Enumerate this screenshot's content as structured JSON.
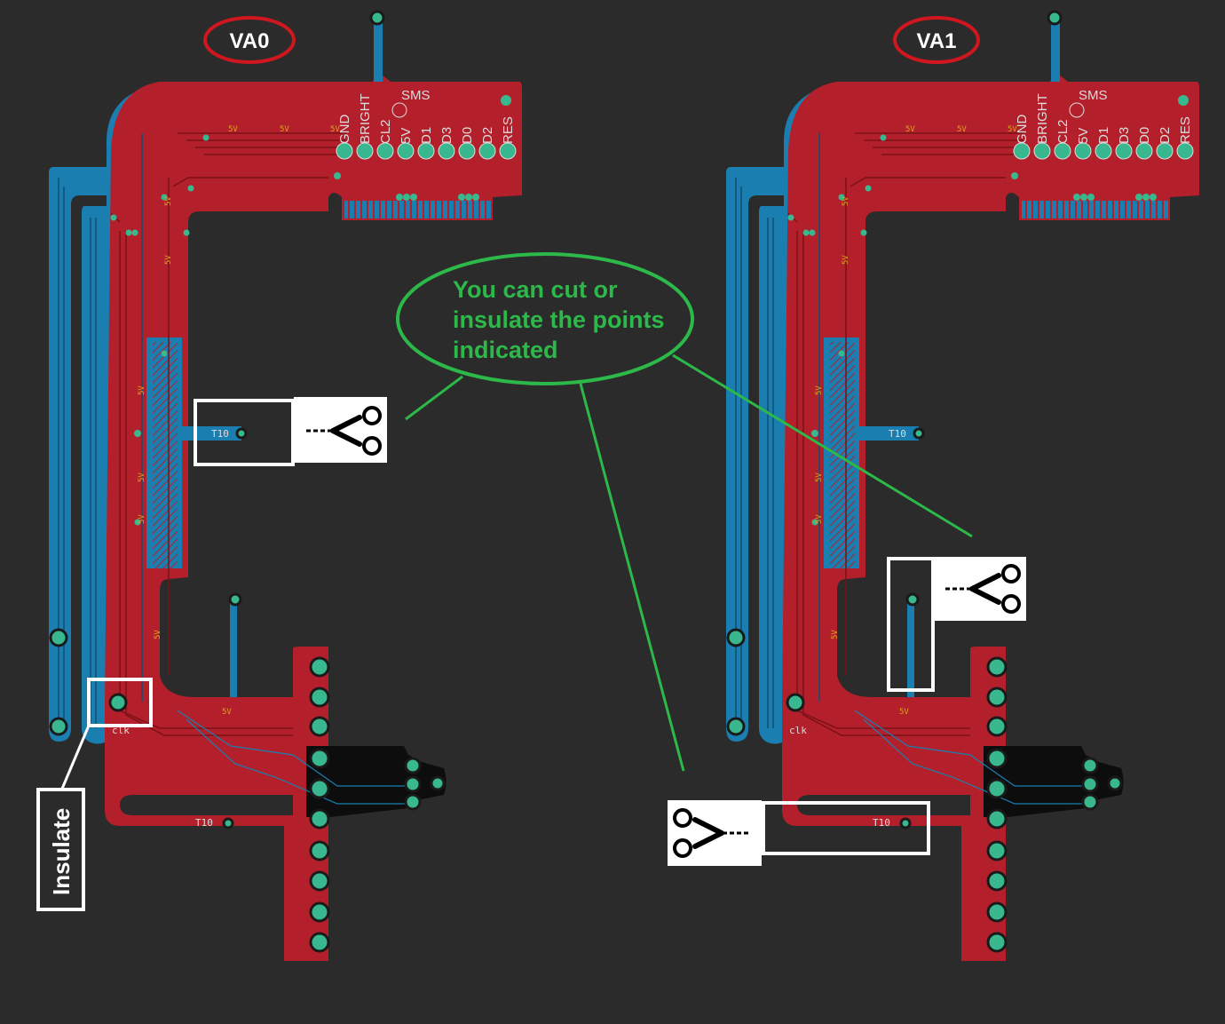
{
  "boards": [
    {
      "title": "VA0",
      "pins": [
        "GND",
        "BRIGHT",
        "CL2",
        "5V",
        "D1",
        "D3",
        "D0",
        "D2",
        "RES"
      ],
      "sms": "SMS",
      "t10": "T10",
      "clk": "clk",
      "fivev": "5V"
    },
    {
      "title": "VA1",
      "pins": [
        "GND",
        "BRIGHT",
        "CL2",
        "5V",
        "D1",
        "D3",
        "D0",
        "D2",
        "RES"
      ],
      "sms": "SMS",
      "t10": "T10",
      "clk": "clk",
      "fivev": "5V"
    }
  ],
  "callout": {
    "line1": "You can cut or",
    "line2": "insulate the points",
    "line3": "indicated"
  },
  "insulate_label": "Insulate",
  "colors": {
    "background": "#2b2b2b",
    "top_copper": "#b3202b",
    "bottom_copper": "#1a7fb0",
    "pad": "#39b88f",
    "callout": "#2db84a",
    "title_ring": "#d0161e"
  },
  "icons": [
    "scissors-icon",
    "scissors-icon",
    "scissors-icon"
  ]
}
